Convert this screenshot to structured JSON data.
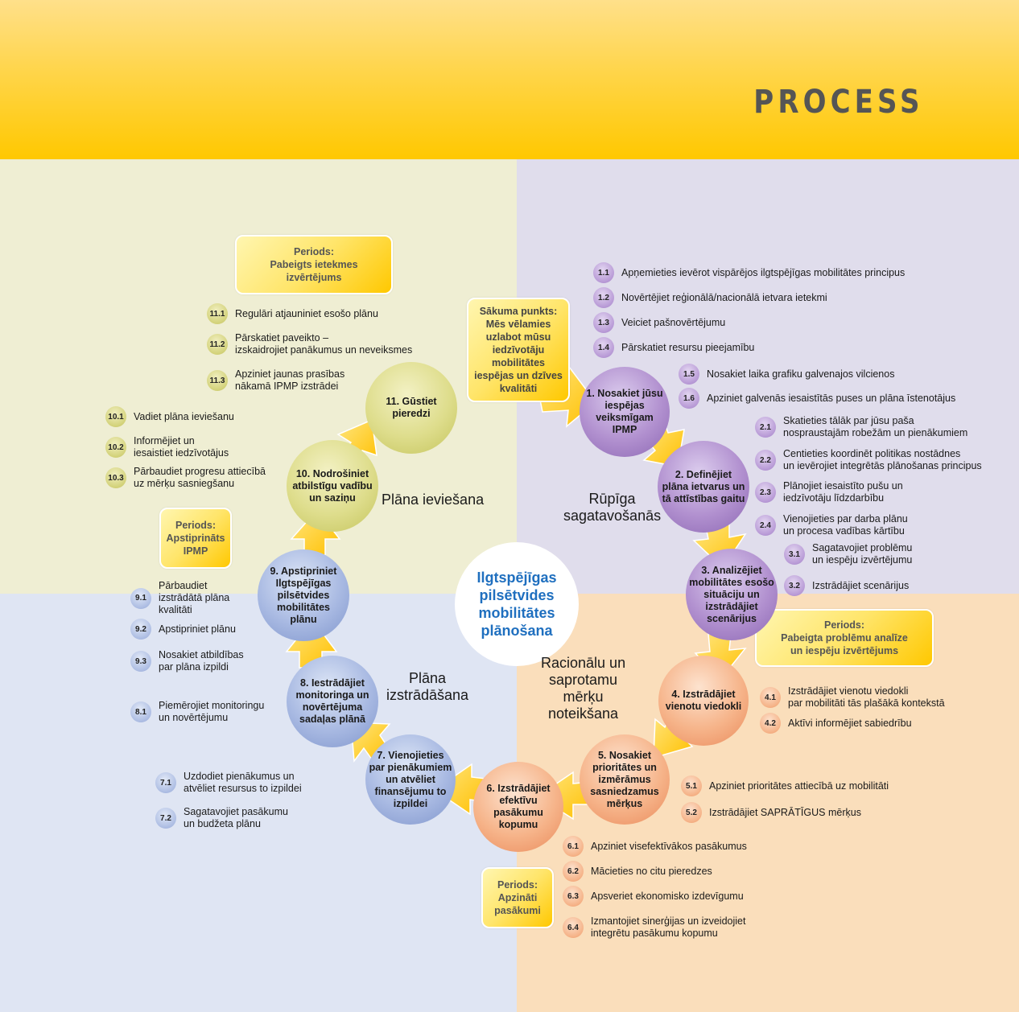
{
  "header": {
    "title": "PROCESS"
  },
  "center_label": "Ilgtspējīgas\npilsētvides\nmobilitātes\nplānošana",
  "colors": {
    "header": "#ffc800",
    "center_text": "#1f6fbf",
    "arrow": "#ffc400",
    "q_implementation": "#efeed3",
    "q_preparation": "#e0ddec",
    "q_development": "#dfe5f3",
    "q_goals": "#fadebb"
  },
  "phases": {
    "implementation": "Plāna ieviešana",
    "preparation": "Rūpīga\nsagatavošanās",
    "goals": "Racionālu un\nsaprotamu\nmērķu\nnoteikšana",
    "development": "Plāna\nizstrādāšana"
  },
  "start_point": "Sākuma punkts:\nMēs vēlamies\nuzlabot mūsu\niedzīvotāju\nmobilitātes\niespējas un dzīves\nkvalitāti",
  "periods": [
    "Periods:\nPabeigts ietekmes\nizvērtējums",
    "Periods:\nApstiprināts\nIPMP",
    "Periods:\nPabeigta problēmu analīze\nun iespēju izvērtējums",
    "Periods:\nApzināti\npasākumi"
  ],
  "steps": [
    {
      "label": "1. Nosakiet jūsu\niespējas\nveiksmīgam\nIPMP",
      "substeps": [
        {
          "num": "1.1",
          "text": "Apņemieties ievērot  vispārējos ilgtspējīgas mobilitātes principus"
        },
        {
          "num": "1.2",
          "text": "Novērtējiet reģionālā/nacionālā ietvara ietekmi"
        },
        {
          "num": "1.3",
          "text": "Veiciet pašnovērtējumu"
        },
        {
          "num": "1.4",
          "text": "Pārskatiet resursu pieejamību"
        },
        {
          "num": "1.5",
          "text": "Nosakiet laika grafiku galvenajos vilcienos"
        },
        {
          "num": "1.6",
          "text": "Apziniet galvenās iesaistītās puses un plāna īstenotājus"
        }
      ]
    },
    {
      "label": "2. Definējiet\nplāna ietvarus un\ntā attīstības gaitu",
      "substeps": [
        {
          "num": "2.1",
          "text": "Skatieties tālāk par jūsu paša\nnospraustajām robežām un pienākumiem"
        },
        {
          "num": "2.2",
          "text": "Centieties koordinēt politikas nostādnes\nun ievērojiet integrētās plānošanas principus"
        },
        {
          "num": "2.3",
          "text": "Plānojiet iesaistīto pušu un\niedzīvotāju līdzdarbību"
        },
        {
          "num": "2.4",
          "text": "Vienojieties par darba plānu\nun procesa vadības kārtību"
        }
      ]
    },
    {
      "label": "3.  Analizējiet\nmobilitātes esošo\nsituāciju un\nizstrādājiet\nscenārijus",
      "substeps": [
        {
          "num": "3.1",
          "text": "Sagatavojiet problēmu\nun iespēju izvērtējumu"
        },
        {
          "num": "3.2",
          "text": "Izstrādājiet scenārijus"
        }
      ]
    },
    {
      "label": "4.  Izstrādājiet\nvienotu viedokli",
      "substeps": [
        {
          "num": "4.1",
          "text": " Izstrādājiet vienotu viedokli\npar mobilitāti tās plašākā kontekstā"
        },
        {
          "num": "4.2",
          "text": "Aktīvi informējiet sabiedrību"
        }
      ]
    },
    {
      "label": "5. Nosakiet\nprioritātes un\nizmērāmus\nsasniedzamus\nmērķus",
      "substeps": [
        {
          "num": "5.1",
          "text": "Apziniet prioritātes attiecībā uz mobilitāti"
        },
        {
          "num": "5.2",
          "text": " Izstrādājiet SAPRĀTĪGUS mērķus"
        }
      ]
    },
    {
      "label": "6. Izstrādājiet\nefektīvu\npasākumu\nkopumu",
      "substeps": [
        {
          "num": "6.1",
          "text": "Apziniet visefektīvākos pasākumus"
        },
        {
          "num": "6.2",
          "text": "Mācieties no citu pieredzes"
        },
        {
          "num": "6.3",
          "text": "Apsveriet ekonomisko izdevīgumu"
        },
        {
          "num": "6.4",
          "text": "Izmantojiet sinerģijas un izveidojiet\nintegrētu pasākumu kopumu"
        }
      ]
    },
    {
      "label": "7. Vienojieties\npar pienākumiem\nun atvēliet\nfinansējumu to\nizpildei",
      "substeps": [
        {
          "num": "7.1",
          "text": "Uzdodiet pienākumus un\natvēliet resursus to izpildei"
        },
        {
          "num": "7.2",
          "text": "Sagatavojiet pasākumu\nun budžeta plānu"
        }
      ]
    },
    {
      "label": "8. Iestrādājiet\nmonitoringa un\nnovērtējuma\nsadaļas plānā",
      "substeps": [
        {
          "num": "8.1",
          "text": "Piemērojiet monitoringu\nun novērtējumu"
        }
      ]
    },
    {
      "label": "9. Apstipriniet\nIlgtspējīgas\npilsētvides\nmobilitātes\nplānu",
      "substeps": [
        {
          "num": "9.1",
          "text": "Pārbaudiet\nizstrādātā plāna\nkvalitāti"
        },
        {
          "num": "9.2",
          "text": "Apstipriniet plānu"
        },
        {
          "num": "9.3",
          "text": "Nosakiet atbildības\npar plāna izpildi"
        }
      ]
    },
    {
      "label": "10.  Nodrošiniet\natbilstīgu vadību\nun saziņu",
      "substeps": [
        {
          "num": "10.1",
          "text": "Vadiet plāna ieviešanu"
        },
        {
          "num": "10.2",
          "text": "Informējiet un\niesaistiet iedzīvotājus"
        },
        {
          "num": "10.3",
          "text": "Pārbaudiet progresu attiecībā\nuz mērķu sasniegšanu"
        }
      ]
    },
    {
      "label": "11. Gūstiet\npieredzi",
      "substeps": [
        {
          "num": "11.1",
          "text": "Regulāri atjauniniet esošo plānu"
        },
        {
          "num": "11.2",
          "text": "Pārskatiet paveikto –\nizskaidrojiet panākumus un neveiksmes"
        },
        {
          "num": "11.3",
          "text": "Apziniet jaunas prasības\nnākamā IPMP izstrādei"
        }
      ]
    }
  ]
}
